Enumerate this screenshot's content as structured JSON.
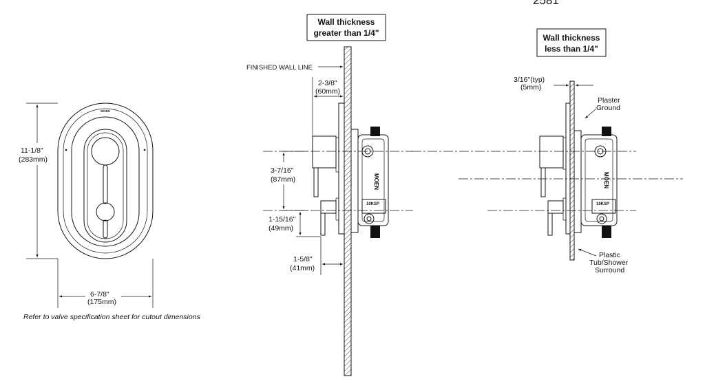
{
  "page_number": "2581",
  "front_view": {
    "height_dim": "11-1/8\"",
    "height_metric": "(283mm)",
    "width_dim": "6-7/8\"",
    "width_metric": "(175mm)",
    "brand_mark": "MOEN",
    "note": "Refer to valve specification sheet for cutout dimensions"
  },
  "thick_wall": {
    "title_line1": "Wall thickness",
    "title_line2": "greater than 1/4\"",
    "finished_wall_line": "FINISHED WALL LINE",
    "dim1": "2-3/8\"",
    "dim1_metric": "(60mm)",
    "dim2": "3-7/16\"",
    "dim2_metric": "(87mm)",
    "dim3": "1-15/16\"",
    "dim3_metric": "(49mm)",
    "dim4": "1-5/8\"",
    "dim4_metric": "(41mm)",
    "valve_mark": "MOEN",
    "stop_mark": "10KSP"
  },
  "thin_wall": {
    "title_line1": "Wall thickness",
    "title_line2": "less than 1/4\"",
    "typ_dim": "3/16\"(typ)",
    "typ_metric": "(5mm)",
    "plaster_line1": "Plaster",
    "plaster_line2": "Ground",
    "surround_line1": "Plastic",
    "surround_line2": "Tub/Shower",
    "surround_line3": "Surround",
    "valve_mark": "MOEN",
    "stop_mark": "10KSP"
  }
}
